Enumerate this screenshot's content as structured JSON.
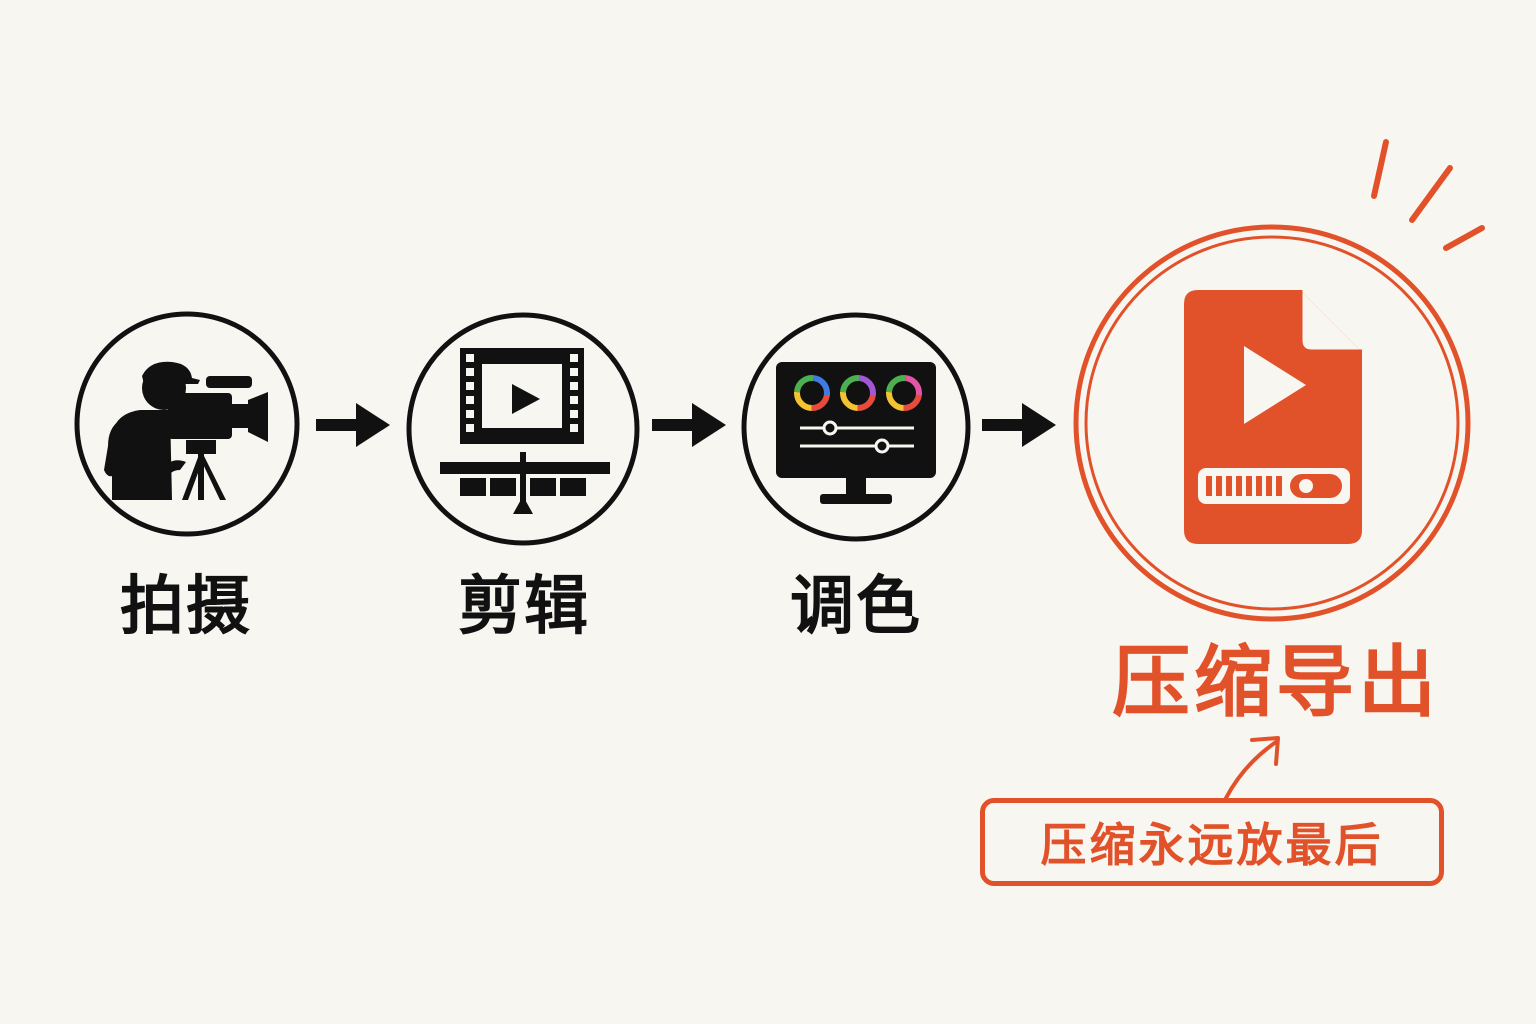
{
  "steps": [
    {
      "label": "拍摄",
      "icon": "video-camera-operator-icon"
    },
    {
      "label": "剪辑",
      "icon": "film-editing-timeline-icon"
    },
    {
      "label": "调色",
      "icon": "color-grading-monitor-icon"
    },
    {
      "label": "压缩导出",
      "icon": "compressed-video-file-icon"
    }
  ],
  "note": "压缩永远放最后",
  "colors": {
    "background": "#f8f6f1",
    "ink": "#111111",
    "accent": "#e2522a"
  }
}
